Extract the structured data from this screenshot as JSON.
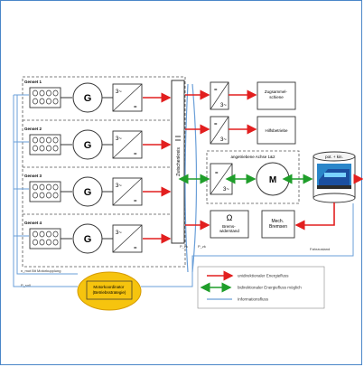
{
  "gensets": [
    {
      "label": "Genset 1"
    },
    {
      "label": "Genset 2"
    },
    {
      "label": "Genset 3"
    },
    {
      "label": "Genset 4"
    }
  ],
  "generator_symbol": "G",
  "motor_symbol": "M",
  "three_phase": "3~",
  "dc_symbol": "=",
  "intermediate_circuit": "Zwischenkreis",
  "aux_units": [
    {
      "label": "Zugsammel-\nschiene"
    },
    {
      "label": "Hilfsbetriebe"
    }
  ],
  "traction_group": "angetriebene Achse 1&2",
  "brake_resistor": {
    "symbol": "Ω",
    "label": "Brems-\nwiderstand"
  },
  "mech_brakes": "Mech.\nBremsen",
  "train_box": "pot. + kin.",
  "small_labels": {
    "p_zk1": "P_zk",
    "p_zk2": "P_zk",
    "fahrzustand": "Fahrzustand",
    "motor_coupling": "n_mot Bit Motorkupplung",
    "p_soll": "P_soll"
  },
  "coordinator": "Motorkoordinator\n(Betriebsstrategie)",
  "legend": [
    {
      "label": "unidirektionaler Energiefluss",
      "color": "#e21f1f",
      "style": "single"
    },
    {
      "label": "bidirektionaler Energiefluss möglich",
      "color": "#1f9e2a",
      "style": "double"
    },
    {
      "label": "Informationsfluss",
      "color": "#6a9fd8",
      "style": "line"
    }
  ],
  "colors": {
    "energy": "#e21f1f",
    "bidirectional": "#1f9e2a",
    "info": "#6a9fd8",
    "coordinator_fill": "#f6c40e",
    "frame": "#4a86c8"
  }
}
